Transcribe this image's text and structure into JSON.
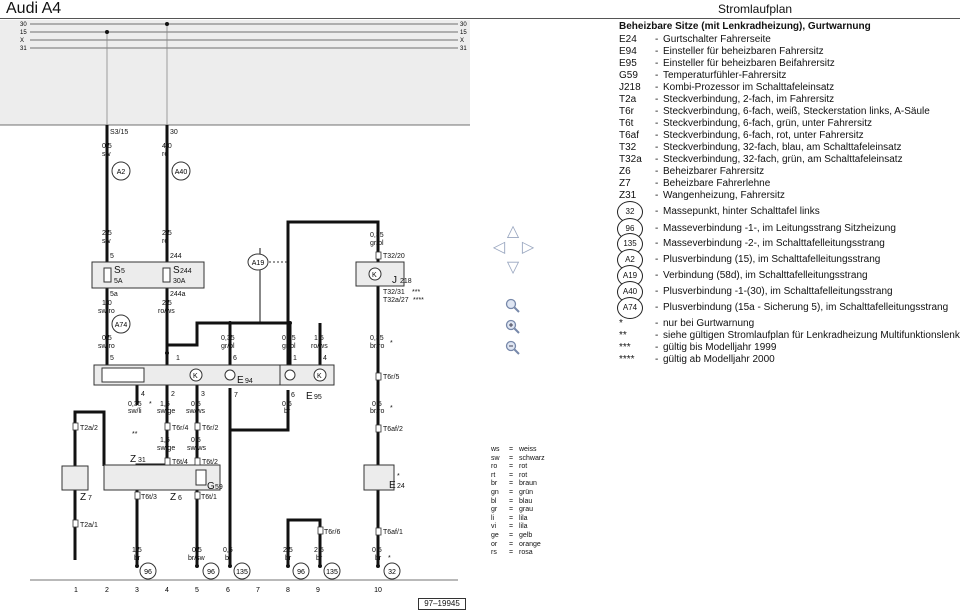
{
  "header": {
    "brand": "Audi A4",
    "doc_title": "Stromlaufplan"
  },
  "bus": {
    "rails": [
      "30",
      "15",
      "X",
      "31"
    ]
  },
  "legend": {
    "title": "Beheizbare Sitze (mit Lenkradheizung), Gurtwarnung",
    "rows": [
      {
        "code": "E24",
        "desc": "Gurtschalter Fahrerseite"
      },
      {
        "code": "E94",
        "desc": "Einsteller für beheizbaren Fahrersitz"
      },
      {
        "code": "E95",
        "desc": "Einsteller für beheizbaren Beifahrersitz"
      },
      {
        "code": "G59",
        "desc": "Temperaturfühler-Fahrersitz"
      },
      {
        "code": "J218",
        "desc": "Kombi-Prozessor im Schalttafeleinsatz"
      },
      {
        "code": "T2a",
        "desc": "Steckverbindung, 2-fach, im Fahrersitz"
      },
      {
        "code": "T6r",
        "desc": "Steckverbindung, 6-fach, weiß, Steckerstation links, A-Säule"
      },
      {
        "code": "T6t",
        "desc": "Steckverbindung, 6-fach, grün, unter Fahrersitz"
      },
      {
        "code": "T6af",
        "desc": "Steckverbindung, 6-fach, rot, unter Fahrersitz"
      },
      {
        "code": "T32",
        "desc": "Steckverbindung, 32-fach, blau, am Schalttafeleinsatz"
      },
      {
        "code": "T32a",
        "desc": "Steckverbindung, 32-fach, grün, am Schalttafeleinsatz"
      },
      {
        "code": "Z6",
        "desc": "Beheizbarer Fahrersitz"
      },
      {
        "code": "Z7",
        "desc": "Beheizbare Fahrerlehne"
      },
      {
        "code": "Z31",
        "desc": "Wangenheizung, Fahrersitz"
      }
    ],
    "circle_rows": [
      {
        "code": "32",
        "desc": "Massepunkt, hinter Schalttafel links"
      },
      {
        "code": "96",
        "desc": "Masseverbindung -1-, im Leitungsstrang Sitzheizung"
      },
      {
        "code": "135",
        "desc": "Masseverbindung -2-, im Schalttafelleitungsstrang"
      },
      {
        "code": "A2",
        "desc": "Plusverbindung (15), im Schalttafelleitungsstrang"
      },
      {
        "code": "A19",
        "desc": "Verbindung (58d), im Schalttafelleitungsstrang"
      },
      {
        "code": "A40",
        "desc": "Plusverbindung -1-(30), im Schalttafelleitungsstrang"
      },
      {
        "code": "A74",
        "desc": "Plusverbindung (15a - Sicherung 5), im Schalttafelleitungsstrang"
      }
    ],
    "notes": [
      {
        "code": "*",
        "desc": "nur bei Gurtwarnung"
      },
      {
        "code": "**",
        "desc": "siehe gültigen Stromlaufplan für Lenkradheizung Multifunktionslenkrad"
      },
      {
        "code": "***",
        "desc": "gültig bis Modelljahr 1999"
      },
      {
        "code": "****",
        "desc": "gültig ab Modelljahr 2000"
      }
    ]
  },
  "wire_colors": [
    {
      "abbr": "ws",
      "name": "weiss"
    },
    {
      "abbr": "sw",
      "name": "schwarz"
    },
    {
      "abbr": "ro",
      "name": "rot"
    },
    {
      "abbr": "rt",
      "name": "rot"
    },
    {
      "abbr": "br",
      "name": "braun"
    },
    {
      "abbr": "gn",
      "name": "grün"
    },
    {
      "abbr": "bl",
      "name": "blau"
    },
    {
      "abbr": "gr",
      "name": "grau"
    },
    {
      "abbr": "li",
      "name": "lila"
    },
    {
      "abbr": "vi",
      "name": "lila"
    },
    {
      "abbr": "ge",
      "name": "gelb"
    },
    {
      "abbr": "or",
      "name": "orange"
    },
    {
      "abbr": "rs",
      "name": "rosa"
    }
  ],
  "doc_number": "97–19945",
  "diagram": {
    "bottom_numbers": [
      "1",
      "2",
      "3",
      "4",
      "5",
      "6",
      "7",
      "8",
      "9",
      "10"
    ],
    "labels": {
      "s315": "S3/15",
      "t30": "30",
      "w1a": "0,5",
      "w1b": "sw",
      "w2a": "4,0",
      "w2b": "ro",
      "w3a": "2,5",
      "w3b": "sw",
      "n5": "5",
      "w4a": "2,5",
      "w4b": "ro",
      "n244": "244",
      "fuseS5a": "S",
      "fuseS5b": "5",
      "fuseS5c": "5A",
      "fuseS244a": "S",
      "fuseS244b": "244",
      "fuseS244c": "30A",
      "n5a": "5a",
      "n244a": "244a",
      "w5a": "1,0",
      "w5b": "sw/ro",
      "w6a": "2,5",
      "w6b": "ro/ws",
      "w7a": "0,5",
      "w7b": "sw/ro",
      "n5b": "5",
      "w8a": "0,35",
      "w8b": "gr/bl",
      "n6a": "6",
      "w9a": "0,35",
      "w9b": "gr/bl",
      "n1b": "1",
      "w10a": "1,5",
      "w10b": "ro/ws",
      "n4b": "4",
      "n1a": "1",
      "e94a": "E",
      "e94b": "94",
      "e95a": "E",
      "e95b": "95",
      "n7": "7",
      "n6b": "6",
      "n4": "4",
      "n2": "2",
      "n3": "3",
      "w11a": "0,35",
      "w11b": "sw/li",
      "w12a": "1,5",
      "w12b": "sw/ge",
      "w13a": "0,5",
      "w13b": "sw/ws",
      "star1": "*",
      "dstar": "**",
      "t6r4": "T6r/4",
      "t6r2": "T6r/2",
      "w14a": "1,5",
      "w14b": "sw/ge",
      "w15a": "0,5",
      "w15b": "sw/ws",
      "t6t4": "T6t/4",
      "t6t2": "T6t/2",
      "t2a2": "T2a/2",
      "t2a1": "T2a/1",
      "z7a": "Z",
      "z7b": "7",
      "z31a": "Z",
      "z31b": "31",
      "z6a": "Z",
      "z6b": "6",
      "g59a": "G",
      "g59b": "59",
      "t6t3": "T6t/3",
      "t6t1": "T6t/1",
      "w16a": "0,6",
      "w16b": "br",
      "w17a": "1,5",
      "w17b": "br",
      "w18a": "0,5",
      "w18b": "br/sw",
      "w19a": "0,5",
      "w19b": "br",
      "w20a": "2,5",
      "w20b": "br",
      "w21a": "2,5",
      "w21b": "br",
      "t6r6": "T6r/6",
      "w22a": "0,35",
      "w22b": "gr/bl",
      "t32_20": "T32/20",
      "j218a": "J",
      "j218b": "218",
      "t3231": "T32/31",
      "t3231s": "***",
      "t32a27": "T32a/27",
      "t32a27s": "****",
      "w23a": "0,35",
      "w23b": "br/ro",
      "star2": "*",
      "t6r5": "T6r/5",
      "w24a": "0,5",
      "w24b": "br/ro",
      "star3": "*",
      "t6af2": "T6af/2",
      "e24a": "E",
      "e24b": "24",
      "star4": "*",
      "t6af1": "T6af/1",
      "w25a": "0,5",
      "w25b": "br",
      "star5": "*",
      "ca2": "A2",
      "ca40": "A40",
      "ca74": "A74",
      "ca19": "A19",
      "g96a": "96",
      "g96b": "96",
      "g135a": "135",
      "g96c": "96",
      "g135b": "135",
      "g32": "32"
    }
  }
}
